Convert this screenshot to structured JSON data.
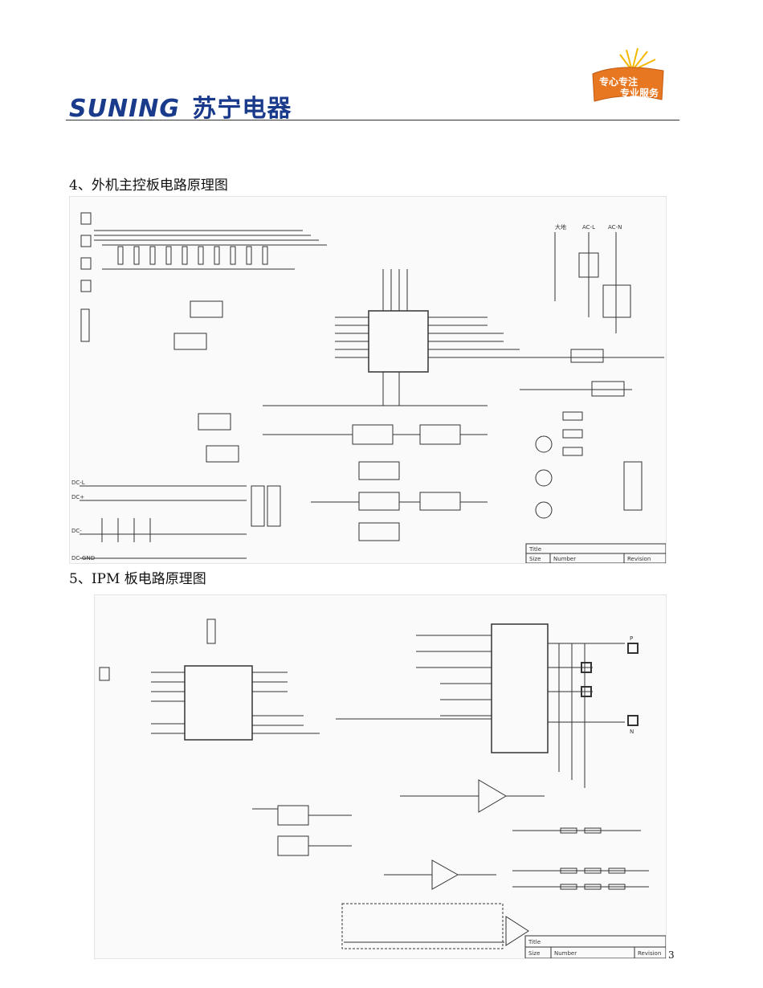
{
  "header": {
    "logo_latin": "SUNING",
    "logo_cn": "苏宁电器",
    "badge_line1": "专心专注",
    "badge_line2": "专业服务",
    "colors": {
      "logo": "#1a3b8c",
      "badge": "#e87722",
      "accent": "#f5b800"
    }
  },
  "sections": [
    {
      "title": "4、外机主控板电路原理图"
    },
    {
      "title": "5、IPM 板电路原理图"
    }
  ],
  "schematic1": {
    "labels": {
      "dc_l": "DC-L",
      "dc_plus": "DC+",
      "dc_minus": "DC-",
      "dc_gnd": "DC-GND",
      "ac_l": "AC-L",
      "ac_n": "AC-N",
      "earth": "大地",
      "title_label": "Title",
      "size_label": "Size",
      "number_label": "Number",
      "revision_label": "Revision"
    }
  },
  "schematic2": {
    "labels": {
      "pp": "P",
      "nn": "N",
      "title_label": "Title",
      "size_label": "Size",
      "number_label": "Number",
      "revision_label": "Revision"
    }
  },
  "footer": {
    "page_number": "3"
  }
}
